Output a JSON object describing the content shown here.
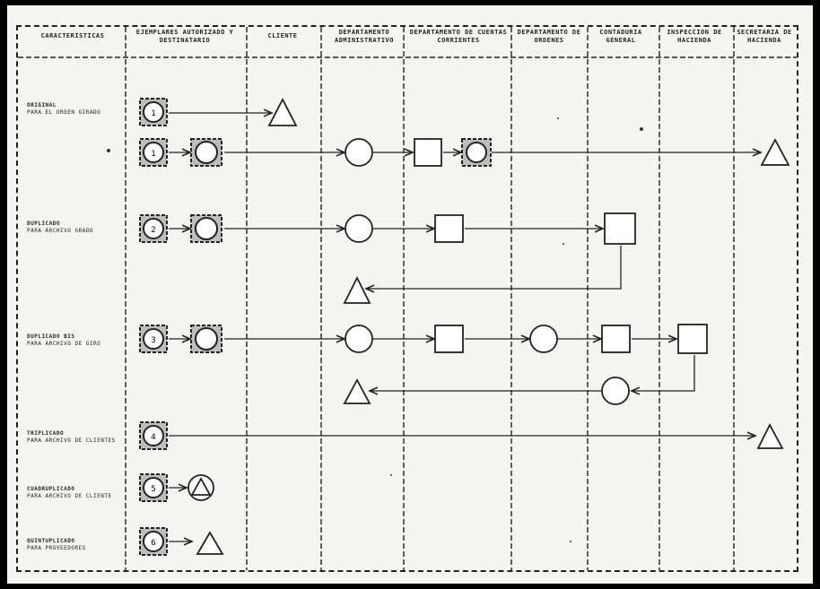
{
  "columns": [
    {
      "id": "caracteristicas",
      "label": "CARACTERISTICAS"
    },
    {
      "id": "ejemplares",
      "label": "EJEMPLARES AUTORIZADO Y DESTINATARIO"
    },
    {
      "id": "cliente",
      "label": "CLIENTE"
    },
    {
      "id": "administrativo",
      "label": "DEPARTAMENTO ADMINISTRATIVO"
    },
    {
      "id": "cuentas",
      "label": "DEPARTAMENTO DE CUENTAS CORRIENTES"
    },
    {
      "id": "ordenes",
      "label": "DEPARTAMENTO DE ORDENES"
    },
    {
      "id": "contaduria",
      "label": "CONTADURIA GENERAL"
    },
    {
      "id": "inspeccion",
      "label": "INSPECCION DE HACIENDA"
    },
    {
      "id": "secretaria",
      "label": "SECRETARIA DE HACIENDA"
    }
  ],
  "rows": [
    {
      "id": "original",
      "title": "ORIGINAL",
      "sub": "PARA EL ORDEN GIRADO"
    },
    {
      "id": "duplicado",
      "title": "DUPLICADO",
      "sub": "PARA ARCHIVO GRADO"
    },
    {
      "id": "duplicado-bis",
      "title": "DUPLICADO BIS",
      "sub": "PARA ARCHIVO DE GIRO"
    },
    {
      "id": "triplicado",
      "title": "TRIPLICADO",
      "sub": "PARA ARCHIVO DE CLIENTES"
    },
    {
      "id": "cuadruplicado",
      "title": "CUADRUPLICADO",
      "sub": "PARA ARCHIVO DE CLIENTE"
    },
    {
      "id": "quintuplicado",
      "title": "QUINTUPLICADO",
      "sub": "PARA PROVEEDORES"
    }
  ],
  "doc_numbers": [
    "1",
    "1",
    "2",
    "3",
    "4",
    "5",
    "6"
  ]
}
